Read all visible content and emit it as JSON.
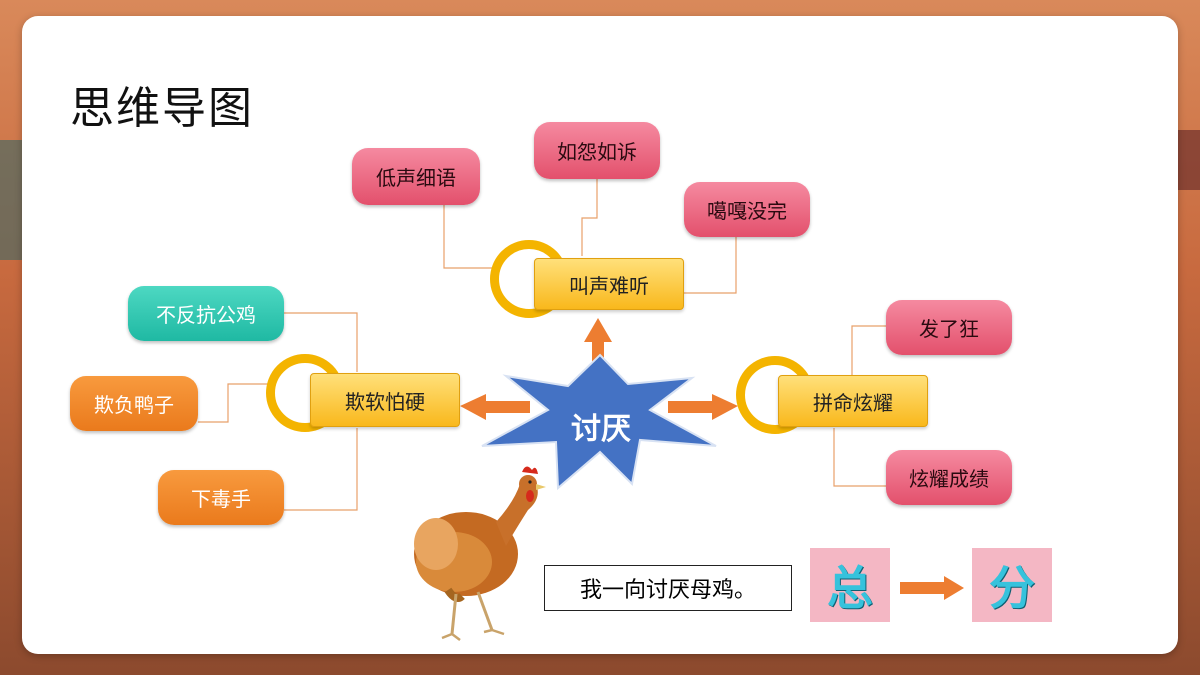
{
  "title": "思维导图",
  "center": "讨厌",
  "hubs": {
    "top": "叫声难听",
    "left": "欺软怕硬",
    "right": "拼命炫耀"
  },
  "leaves": {
    "top_1": "低声细语",
    "top_2": "如怨如诉",
    "top_3": "噶嘎没完",
    "left_1": "不反抗公鸡",
    "left_2": "欺负鸭子",
    "left_3": "下毒手",
    "right_1": "发了狂",
    "right_2": "炫耀成绩"
  },
  "summary": {
    "sentence": "我一向讨厌母鸡。",
    "from": "总",
    "to": "分"
  },
  "colors": {
    "hub": "#f9b81c",
    "pink": "#e3506c",
    "orange": "#ea7a1c",
    "teal": "#1fb9a3",
    "star": "#4472c4",
    "arrow": "#ed7d31"
  }
}
